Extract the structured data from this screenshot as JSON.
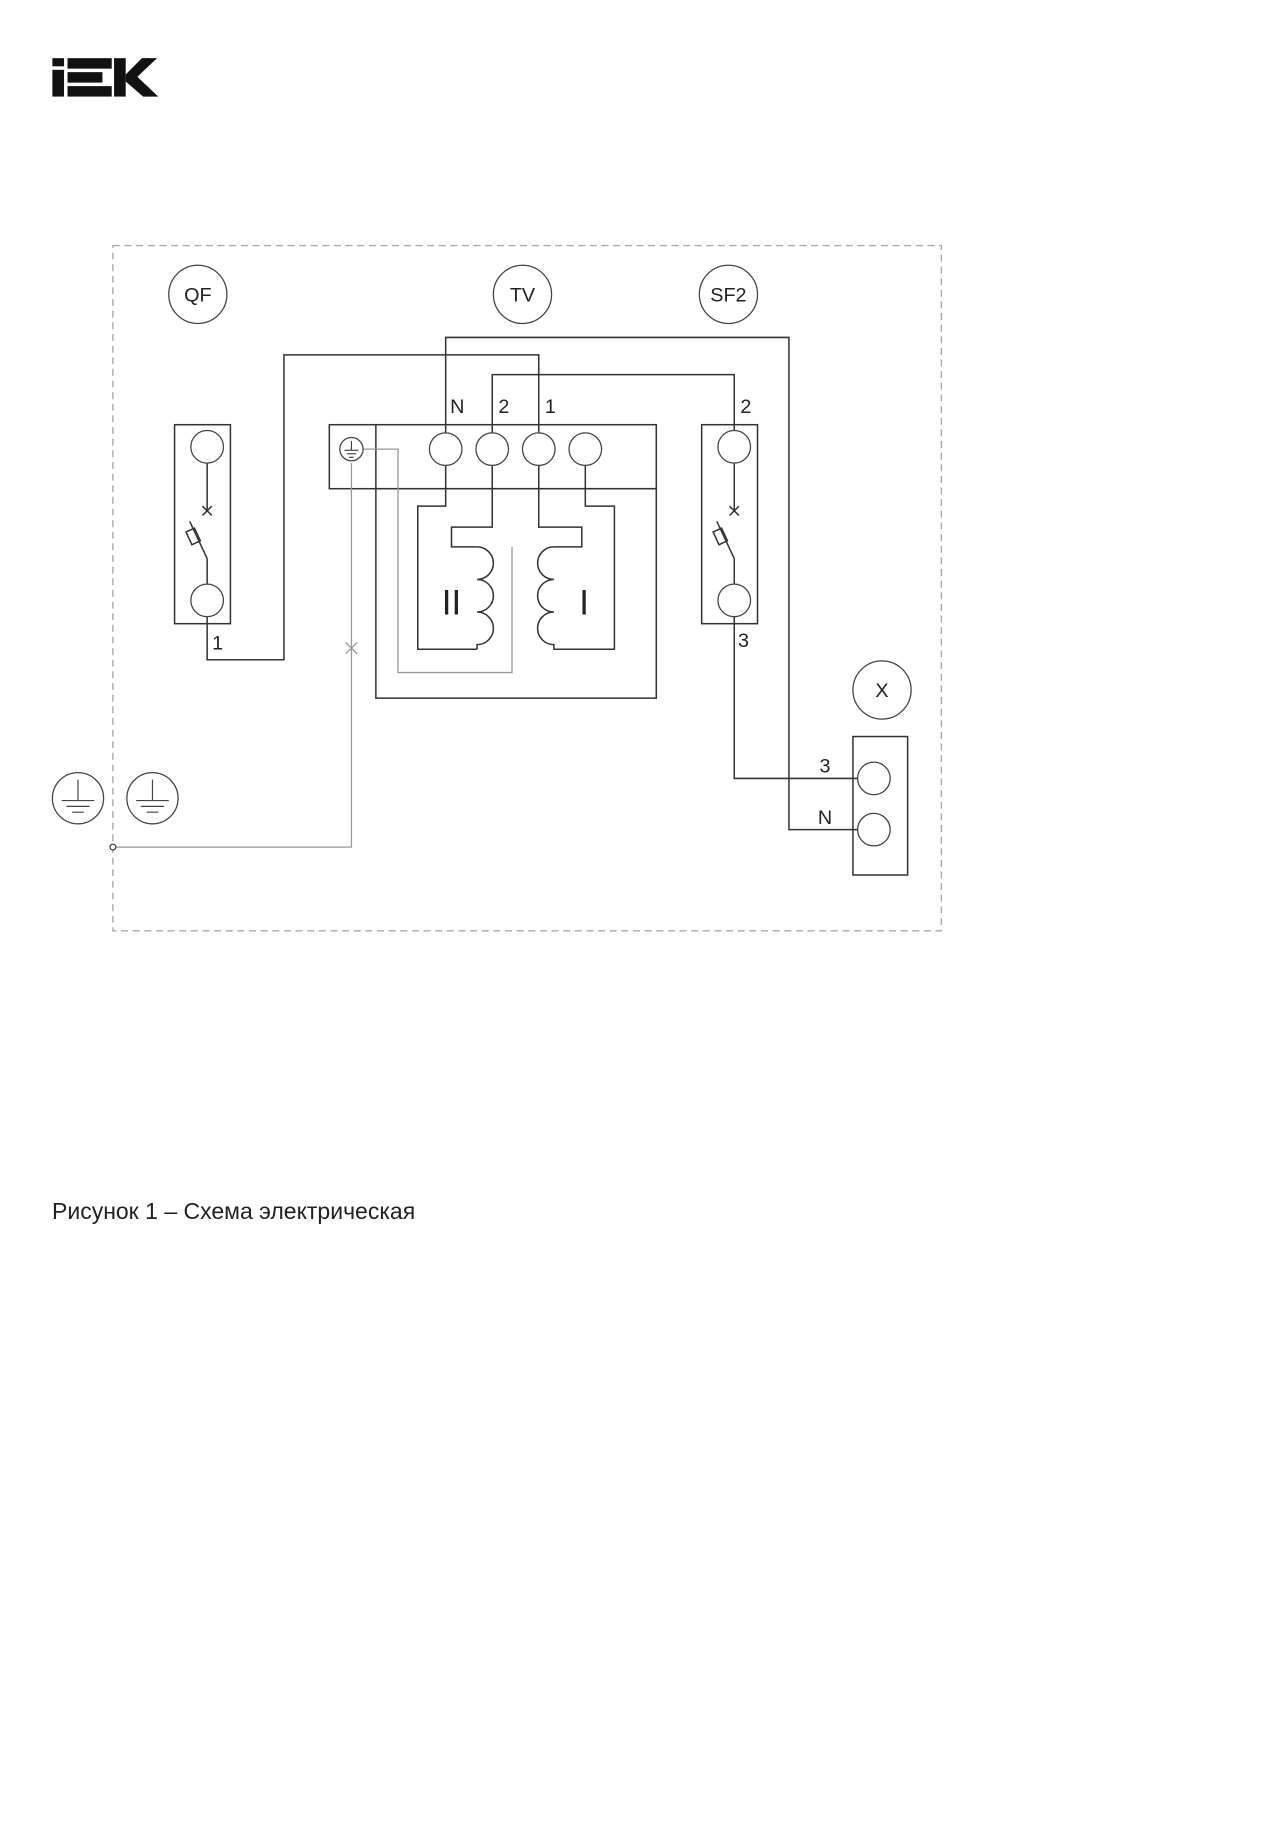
{
  "logo": {
    "text": "IEK"
  },
  "diagram": {
    "designators": {
      "qf": "QF",
      "tv": "TV",
      "sf2": "SF2",
      "x": "X"
    },
    "wire_labels": {
      "qf_out": "1",
      "tv_n": "N",
      "tv_2": "2",
      "tv_1": "1",
      "sf2_in": "2",
      "sf2_out": "3",
      "x_3": "3",
      "x_n": "N"
    },
    "windings": {
      "secondary": "II",
      "primary": "I"
    }
  },
  "caption": "Рисунок 1 – Схема электрическая"
}
